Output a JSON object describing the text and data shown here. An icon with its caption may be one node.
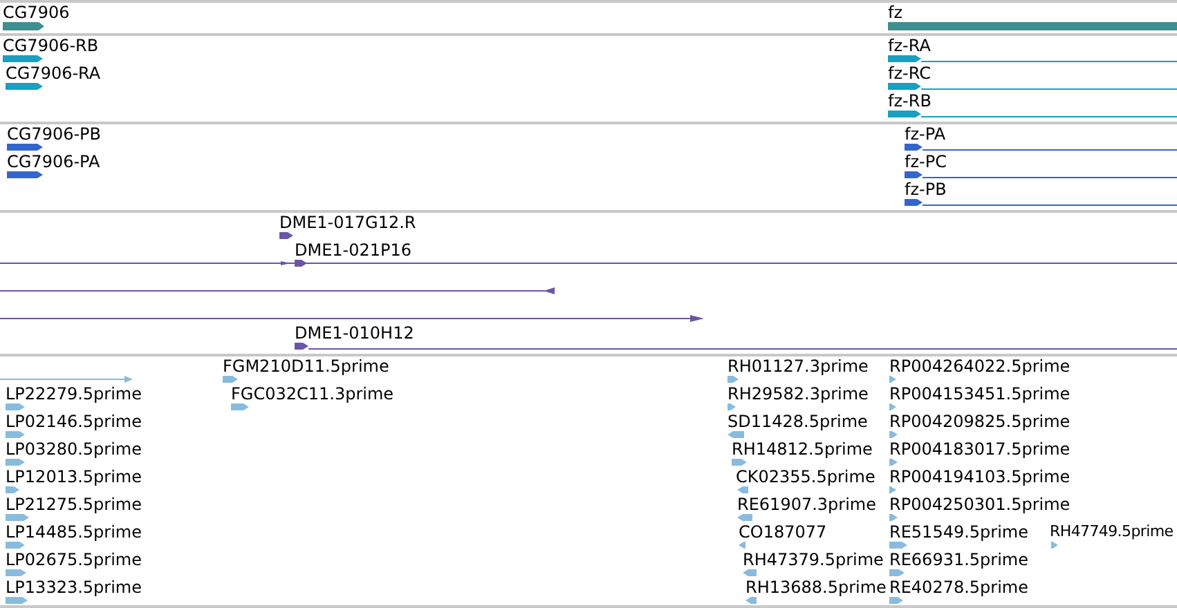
{
  "diagram": {
    "labels": [
      "CG7906",
      "fz",
      "CG7906-RB",
      "fz-RA",
      "CG7906-RA",
      "fz-RC",
      "fz-RB",
      "CG7906-PB",
      "fz-PA",
      "CG7906-PA",
      "fz-PC",
      "fz-PB",
      "DME1-017G12.R",
      "DME1-021P16",
      "DME1-010H12",
      "FGM210D11.5prime",
      "RH01127.3prime",
      "RP004264022.5prime",
      "LP22279.5prime",
      "FGC032C11.3prime",
      "RH29582.3prime",
      "RP004153451.5prime",
      "LP02146.5prime",
      "SD11428.5prime",
      "RP004209825.5prime",
      "LP03280.5prime",
      "RH14812.5prime",
      "RP004183017.5prime",
      "LP12013.5prime",
      "CK02355.5prime",
      "RP004194103.5prime",
      "LP21275.5prime",
      "RE61907.3prime",
      "RP004250301.5prime",
      "LP14485.5prime",
      "CO187077",
      "RE51549.5prime",
      "RH47749.5prime",
      "LP02675.5prime",
      "RH47379.5prime",
      "RE66931.5prime",
      "LP13323.5prime",
      "RH13688.5prime",
      "RE40278.5prime"
    ]
  }
}
